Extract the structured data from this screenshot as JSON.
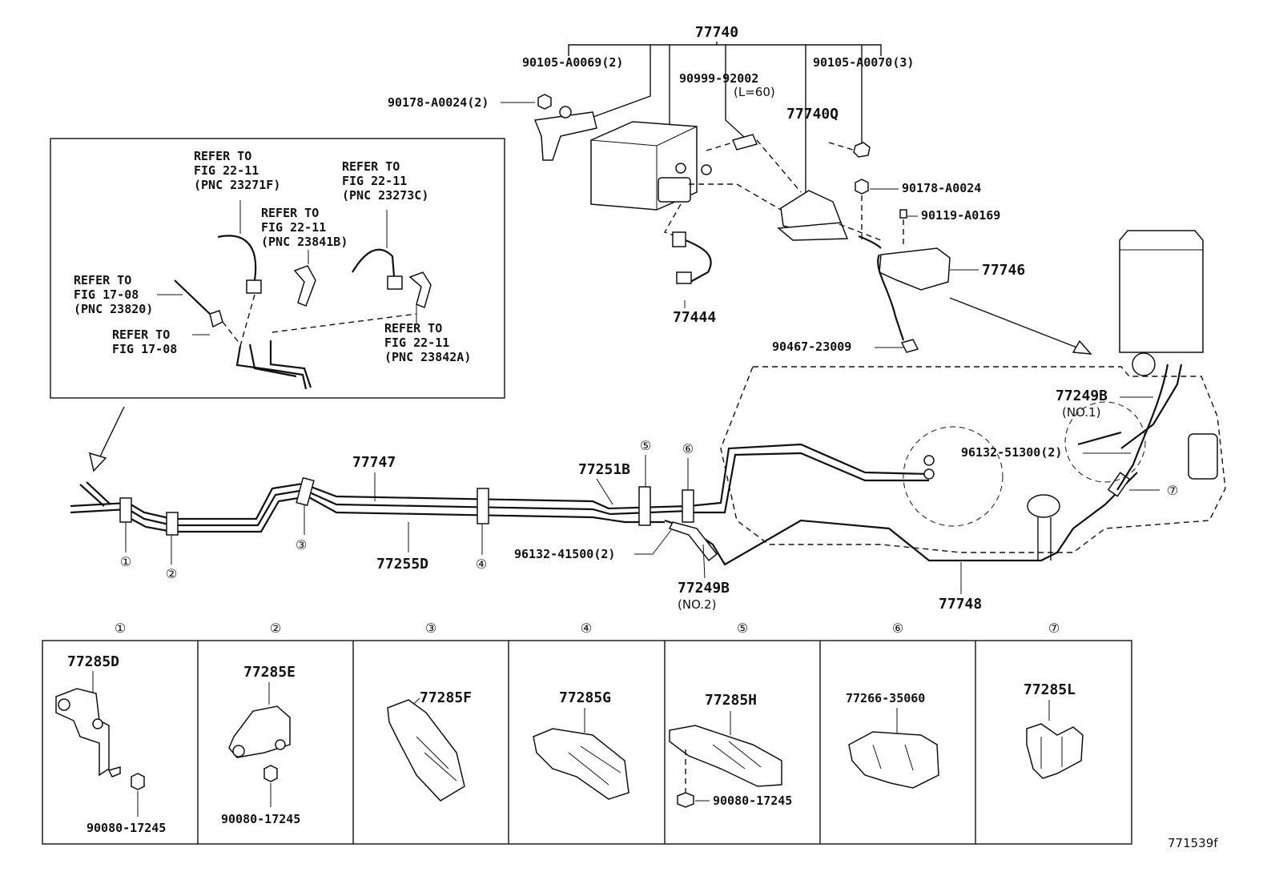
{
  "diagram": {
    "figure_id": "771539f",
    "top_parts": {
      "canister": "77740",
      "bolt_left": "90105-A0069(2)",
      "bolt_right": "90105-A0070(3)",
      "hose": "90999-92002",
      "hose_len": "(L=60)",
      "nut_left": "90178-A0024(2)",
      "valve": "77740Q",
      "nut_right": "90178-A0024",
      "bolt_small": "90119-A0169",
      "filter": "77746",
      "tube_connector": "77444",
      "clip": "90467-23009"
    },
    "inset": {
      "ref_a": [
        "REFER TO",
        "FIG 22-11",
        "(PNC 23271F)"
      ],
      "ref_b": [
        "REFER TO",
        "FIG 22-11",
        "(PNC 23273C)"
      ],
      "ref_c": [
        "REFER TO",
        "FIG 22-11",
        "(PNC 23841B)"
      ],
      "ref_d": [
        "REFER TO",
        "FIG 17-08",
        "(PNC 23820)"
      ],
      "ref_e": [
        "REFER TO",
        "FIG 17-08"
      ],
      "ref_f": [
        "REFER TO",
        "FIG 22-11",
        "(PNC 23842A)"
      ]
    },
    "lines": {
      "main_tube": "77747",
      "tube_b": "77251B",
      "tube_d": "77255D",
      "clamp_front": "96132-41500(2)",
      "hose_no2": "77249B",
      "hose_no2_sub": "(NO.2)",
      "hose_no1": "77249B",
      "hose_no1_sub": "(NO.1)",
      "clamp_rear": "96132-51300(2)",
      "vent_tube": "77748"
    },
    "callouts": [
      "①",
      "②",
      "③",
      "④",
      "⑤",
      "⑥",
      "⑦"
    ],
    "clamps_table": [
      {
        "num": "①",
        "part": "77285D",
        "fastener": "90080-17245"
      },
      {
        "num": "②",
        "part": "77285E",
        "fastener": "90080-17245"
      },
      {
        "num": "③",
        "part": "77285F",
        "fastener": ""
      },
      {
        "num": "④",
        "part": "77285G",
        "fastener": ""
      },
      {
        "num": "⑤",
        "part": "77285H",
        "fastener": "90080-17245"
      },
      {
        "num": "⑥",
        "part": "77266-35060",
        "fastener": ""
      },
      {
        "num": "⑦",
        "part": "77285L",
        "fastener": ""
      }
    ]
  }
}
